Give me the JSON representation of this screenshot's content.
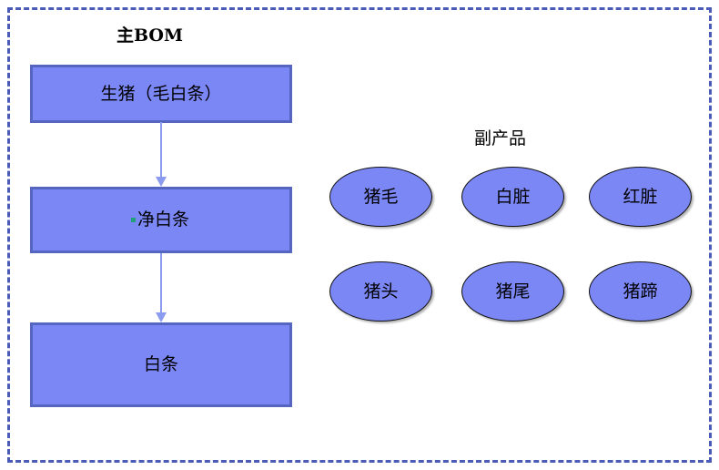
{
  "diagram": {
    "frame": {
      "border_color": "#4a5cb8",
      "style": "dashed"
    },
    "main_flow": {
      "title": "主BOM",
      "box_fill": "#7b87f5",
      "box_border": "#5566c0",
      "arrow_color": "#8b9bf0",
      "bullet_color": "#21a179",
      "nodes": [
        {
          "label": "生猪（毛白条）",
          "has_bullet": false
        },
        {
          "label": "净白条",
          "has_bullet": true
        },
        {
          "label": "白条",
          "has_bullet": false
        }
      ],
      "arrows": [
        {
          "from": "生猪（毛白条）",
          "to": "净白条"
        },
        {
          "from": "净白条",
          "to": "白条"
        }
      ]
    },
    "byproducts": {
      "title": "副产品",
      "ellipse_fill": "#7b87f5",
      "ellipse_border": "#111111",
      "rows": [
        [
          {
            "label": "猪毛"
          },
          {
            "label": "白脏"
          },
          {
            "label": "红脏"
          }
        ],
        [
          {
            "label": "猪头"
          },
          {
            "label": "猪尾"
          },
          {
            "label": "猪蹄"
          }
        ]
      ]
    }
  }
}
